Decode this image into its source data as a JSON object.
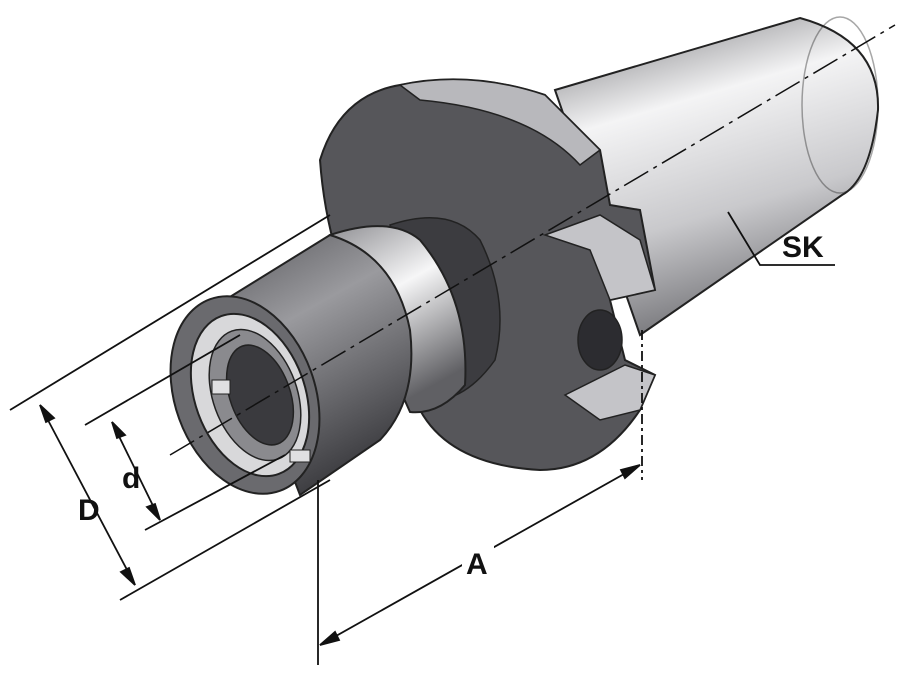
{
  "diagram": {
    "labels": {
      "taper": "SK",
      "outer_diameter": "D",
      "inner_diameter": "d",
      "length": "A"
    },
    "colors": {
      "metal_dark": "#4a4a4e",
      "metal_mid": "#8a8a8e",
      "metal_light": "#e6e6e8",
      "line": "#111111"
    }
  }
}
